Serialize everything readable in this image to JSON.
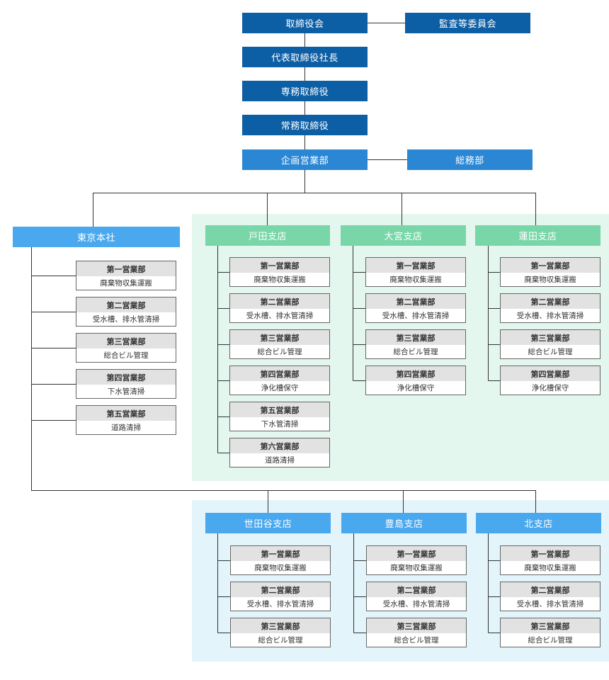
{
  "top": {
    "board": "取締役会",
    "audit": "監査等委員会",
    "president": "代表取締役社長",
    "senior_director": "専務取締役",
    "managing_director": "常務取締役",
    "planning": "企画営業部",
    "general_affairs": "総務部"
  },
  "branches": {
    "tokyo": {
      "name": "東京本社",
      "depts": [
        {
          "name": "第一営業部",
          "desc": "廃棄物収集運搬"
        },
        {
          "name": "第二営業部",
          "desc": "受水槽、排水管清掃"
        },
        {
          "name": "第三営業部",
          "desc": "総合ビル管理"
        },
        {
          "name": "第四営業部",
          "desc": "下水管清掃"
        },
        {
          "name": "第五営業部",
          "desc": "道路清掃"
        }
      ]
    },
    "toda": {
      "name": "戸田支店",
      "depts": [
        {
          "name": "第一営業部",
          "desc": "廃棄物収集運搬"
        },
        {
          "name": "第二営業部",
          "desc": "受水槽、排水管清掃"
        },
        {
          "name": "第三営業部",
          "desc": "総合ビル管理"
        },
        {
          "name": "第四営業部",
          "desc": "浄化槽保守"
        },
        {
          "name": "第五営業部",
          "desc": "下水管清掃"
        },
        {
          "name": "第六営業部",
          "desc": "道路清掃"
        }
      ]
    },
    "omiya": {
      "name": "大宮支店",
      "depts": [
        {
          "name": "第一営業部",
          "desc": "廃棄物収集運搬"
        },
        {
          "name": "第二営業部",
          "desc": "受水槽、排水管清掃"
        },
        {
          "name": "第三営業部",
          "desc": "総合ビル管理"
        },
        {
          "name": "第四営業部",
          "desc": "浄化槽保守"
        }
      ]
    },
    "hasuda": {
      "name": "蓮田支店",
      "depts": [
        {
          "name": "第一営業部",
          "desc": "廃棄物収集運搬"
        },
        {
          "name": "第二営業部",
          "desc": "受水槽、排水管清掃"
        },
        {
          "name": "第三営業部",
          "desc": "総合ビル管理"
        },
        {
          "name": "第四営業部",
          "desc": "浄化槽保守"
        }
      ]
    },
    "setagaya": {
      "name": "世田谷支店",
      "depts": [
        {
          "name": "第一営業部",
          "desc": "廃棄物収集運搬"
        },
        {
          "name": "第二営業部",
          "desc": "受水槽、排水管清掃"
        },
        {
          "name": "第三営業部",
          "desc": "総合ビル管理"
        }
      ]
    },
    "toshima": {
      "name": "豊島支店",
      "depts": [
        {
          "name": "第一営業部",
          "desc": "廃棄物収集運搬"
        },
        {
          "name": "第二営業部",
          "desc": "受水槽、排水管清掃"
        },
        {
          "name": "第三営業部",
          "desc": "総合ビル管理"
        }
      ]
    },
    "kita": {
      "name": "北支店",
      "depts": [
        {
          "name": "第一営業部",
          "desc": "廃棄物収集運搬"
        },
        {
          "name": "第二営業部",
          "desc": "受水槽、排水管清掃"
        },
        {
          "name": "第三営業部",
          "desc": "総合ビル管理"
        }
      ]
    }
  },
  "colors": {
    "executive": "#0d5fa5",
    "department": "#2b87d4",
    "branch_blue": "#4aa8ee",
    "branch_green": "#79d6a8",
    "group_green_bg": "#e3f7ee",
    "group_blue_bg": "#e3f5fb",
    "dept_header_bg": "#e2e2e2"
  }
}
